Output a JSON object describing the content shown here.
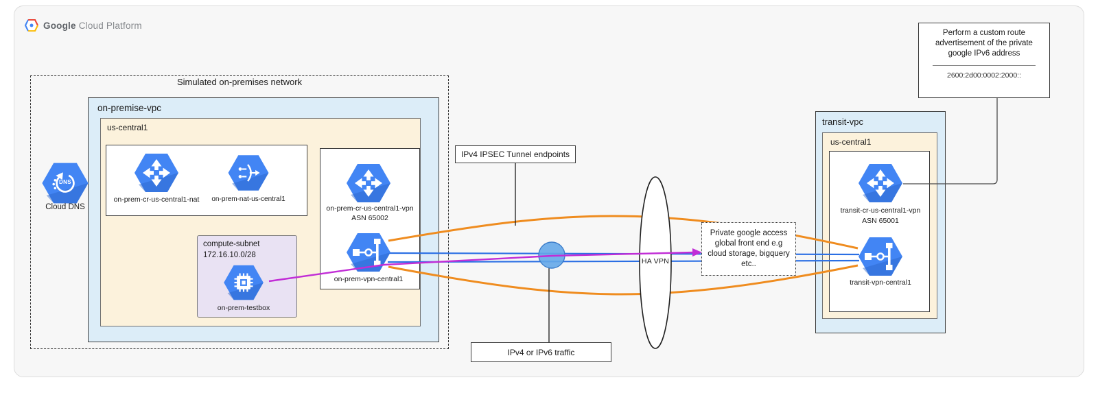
{
  "logo": {
    "google": "Google",
    "rest": "Cloud Platform"
  },
  "onprem": {
    "sim_label": "Simulated on-premises network",
    "vpc_label": "on-premise-vpc",
    "region_label": "us-central1",
    "dns_label": "Cloud DNS",
    "dns_glyph": "DNS",
    "nat_router_label": "on-prem-cr-us-central1-nat",
    "nat_label": "on-prem-nat-us-central1",
    "subnet_title": "compute-subnet",
    "subnet_cidr": "172.16.10.0/28",
    "testbox_label": "on-prem-testbox",
    "vpn_router_label": "on-prem-cr-us-central1-vpn",
    "vpn_router_asn": "ASN 65002",
    "vpn_gw_label": "on-prem-vpn-central1"
  },
  "middle": {
    "ipsec_label": "IPv4 IPSEC Tunnel endpoints",
    "traffic_label": "IPv4 or IPv6 traffic",
    "havpn_label": "HA VPN",
    "pga_text": "Private google access global front end e.g cloud storage, bigquery etc.."
  },
  "transit": {
    "vpc_label": "transit-vpc",
    "region_label": "us-central1",
    "router_label": "transit-cr-us-central1-vpn",
    "router_asn": "ASN 65001",
    "vpn_gw_label": "transit-vpn-central1"
  },
  "callout": {
    "text": "Perform a custom route advertisement of the private google IPv6 address",
    "address": "2600:2d00:0002:2000::"
  },
  "colors": {
    "tunnel_orange": "#EF8C1F",
    "traffic_blue": "#2B6FE4",
    "traffic_purple": "#C12DD6",
    "icon_blue": "#4285F4",
    "vpc_fill": "#DCEDF8",
    "region_fill": "#FCF2DC",
    "subnet_fill": "#E9E2F3"
  }
}
